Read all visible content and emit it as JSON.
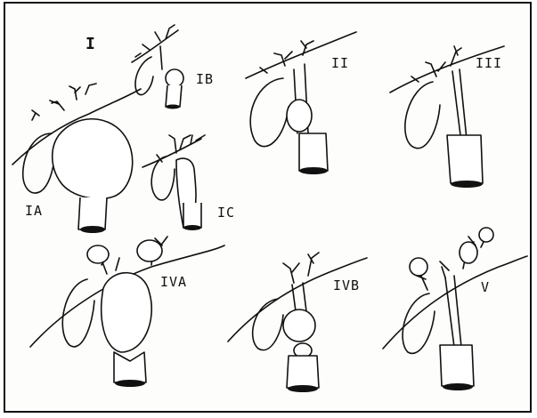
{
  "figure": {
    "labels": {
      "type_i": "I",
      "type_ia": "IA",
      "type_ib": "IB",
      "type_ic": "IC",
      "type_ii": "II",
      "type_iii": "III",
      "type_iva": "IVA",
      "type_ivb": "IVB",
      "type_v": "V"
    }
  }
}
